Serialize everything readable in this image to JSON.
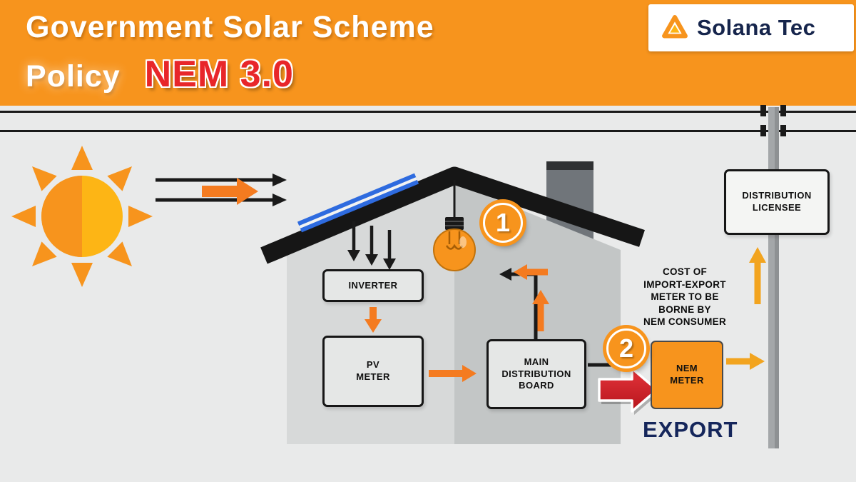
{
  "colors": {
    "accent_orange": "#F7941D",
    "arrow_orange": "#F47B20",
    "pole_arrow_orange": "#F2A41F",
    "nem_red": "#E8262A",
    "brand_navy": "#16254C",
    "export_navy": "#15265B",
    "panel_blue": "#2E6BDF",
    "export_red": "#D6212B"
  },
  "header": {
    "title_line1": "Government Solar Scheme",
    "title_line2_word": "Policy",
    "title_line2_highlight": "NEM 3.0",
    "brand": "Solana Tec"
  },
  "diagram": {
    "distribution_licensee": "DISTRIBUTION\nLICENSEE",
    "inverter": "INVERTER",
    "pv_meter": "PV\nMETER",
    "main_distribution_board": "MAIN\nDISTRIBUTION\nBOARD",
    "nem_meter": "NEM\nMETER",
    "cost_note": "COST OF\nIMPORT-EXPORT\nMETER TO BE\nBORNE BY\nNEM CONSUMER",
    "export_label": "EXPORT",
    "badge_1": "1",
    "badge_2": "2"
  }
}
